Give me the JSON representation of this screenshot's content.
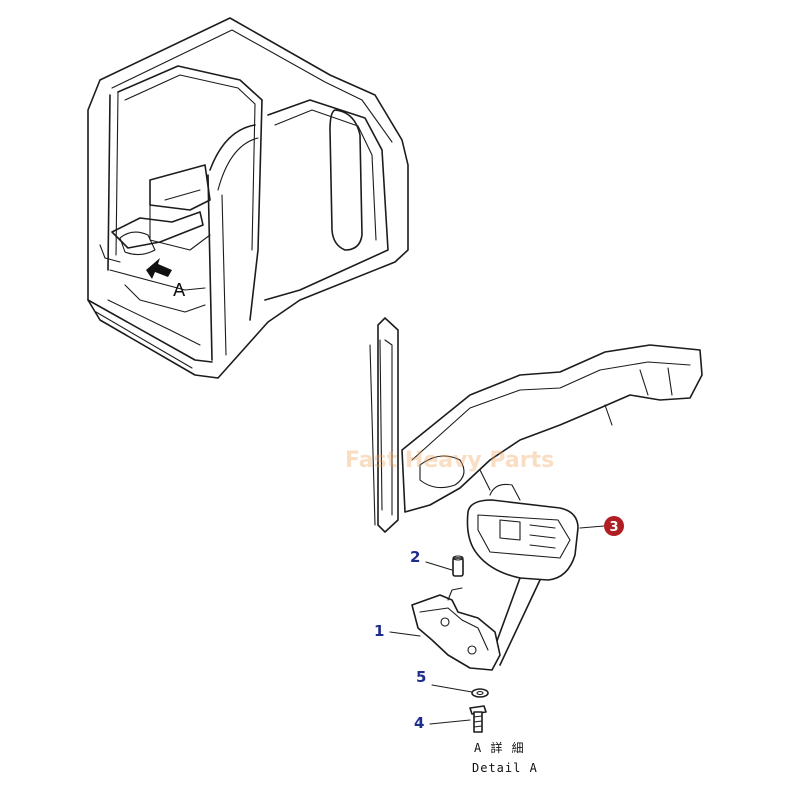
{
  "diagram": {
    "view_label": "A",
    "watermark": "Fast Heavy Parts",
    "callouts": [
      {
        "id": "1",
        "label": "1"
      },
      {
        "id": "2",
        "label": "2"
      },
      {
        "id": "3",
        "label": "3"
      },
      {
        "id": "4",
        "label": "4"
      },
      {
        "id": "5",
        "label": "5"
      }
    ],
    "detail_caption_jp": "A 詳 細",
    "detail_caption_en": "Detail A"
  },
  "colors": {
    "callout_text": "#1f2d8c",
    "highlight_badge": "#b01e23",
    "watermark": "#f2a35a",
    "line": "#1c1c1c"
  }
}
